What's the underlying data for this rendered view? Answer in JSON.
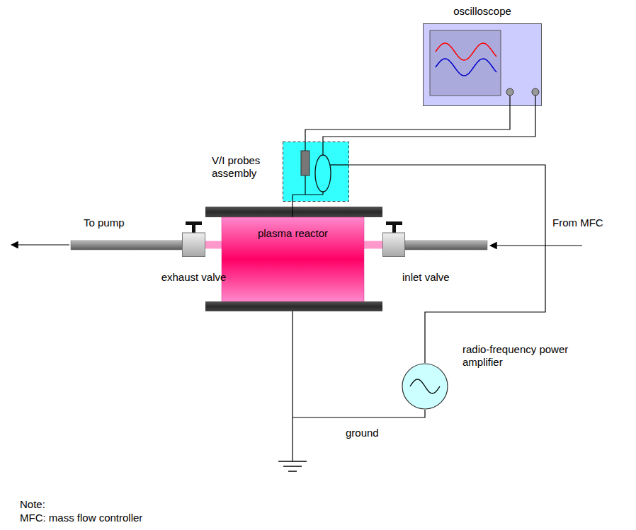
{
  "diagram": {
    "nodes": [
      {
        "text": [
          "oscilloscope"
        ]
      },
      {
        "text": [
          "V/I probes assembly"
        ]
      },
      {
        "text": [
          "plasma reactor"
        ]
      },
      {
        "text": [
          "exhaust valve"
        ]
      },
      {
        "text": [
          "inlet valve"
        ]
      },
      {
        "text": [
          "radio-frequency power amplifier"
        ]
      }
    ],
    "edges": [
      {
        "from": 0,
        "to": 1,
        "arrow": "none"
      },
      {
        "from": 0,
        "to": 1,
        "arrow": "none"
      },
      {
        "from": 1,
        "to": 2,
        "arrow": "none"
      },
      {
        "from": 1,
        "to": 5,
        "arrow": "none"
      },
      {
        "from": 3,
        "to": 2,
        "arrow": "none"
      },
      {
        "from": 4,
        "to": 2,
        "arrow": "none"
      }
    ],
    "labels": [
      "To pump",
      "From MFC",
      "ground",
      "Note:",
      "MFC: mass flow controller"
    ]
  }
}
